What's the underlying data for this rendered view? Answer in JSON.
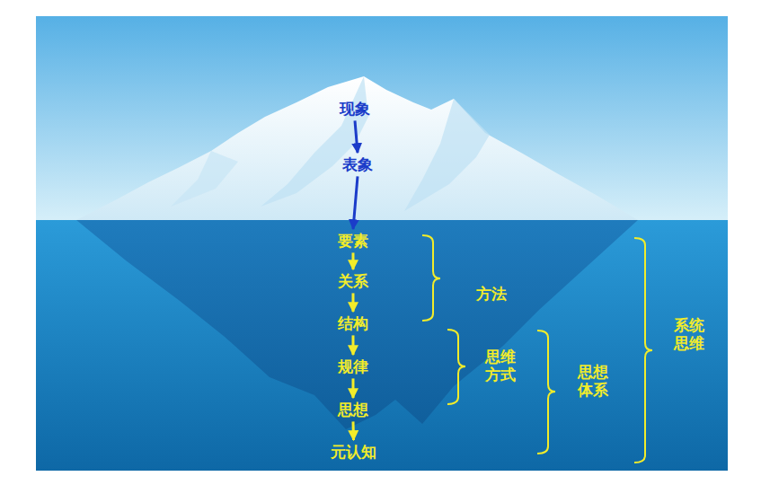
{
  "diagram": {
    "nodes": [
      {
        "text": [
          "现象"
        ]
      },
      {
        "text": [
          "表象"
        ]
      },
      {
        "text": [
          "要素"
        ]
      },
      {
        "text": [
          "关系"
        ]
      },
      {
        "text": [
          "结构"
        ]
      },
      {
        "text": [
          "规律"
        ]
      },
      {
        "text": [
          "思想"
        ]
      },
      {
        "text": [
          "元认知"
        ]
      }
    ],
    "edges": [
      {
        "from": 0,
        "to": 1,
        "arrow": "to"
      },
      {
        "from": 1,
        "to": 2,
        "arrow": "to"
      },
      {
        "from": 2,
        "to": 3,
        "arrow": "to"
      },
      {
        "from": 3,
        "to": 4,
        "arrow": "to"
      },
      {
        "from": 4,
        "to": 5,
        "arrow": "to"
      },
      {
        "from": 5,
        "to": 6,
        "arrow": "to"
      },
      {
        "from": 6,
        "to": 7,
        "arrow": "to"
      }
    ],
    "labels": [
      "方法",
      "思维方式",
      "思想体系",
      "系统思维"
    ]
  }
}
